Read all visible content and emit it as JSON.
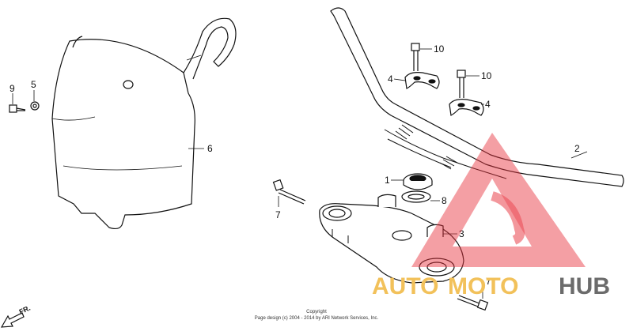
{
  "callouts": {
    "n1": "1",
    "n2": "2",
    "n3": "3",
    "n4a": "4",
    "n4b": "4",
    "n5": "5",
    "n6": "6",
    "n7a": "7",
    "n7b": "7",
    "n8": "8",
    "n9": "9",
    "n10a": "10",
    "n10b": "10"
  },
  "direction_label": "FR.",
  "copyright": {
    "line1": "Copyright",
    "line2": "Page design (c) 2004 - 2014 by ARI Network Services, Inc."
  },
  "watermark": {
    "part1": "AUTO",
    "part2": "MOTO",
    "part3": "HUB",
    "colors": {
      "triangle": "#e8323c",
      "text_yellow": "#f2c15a",
      "text_gray": "#6b6b6b"
    }
  }
}
